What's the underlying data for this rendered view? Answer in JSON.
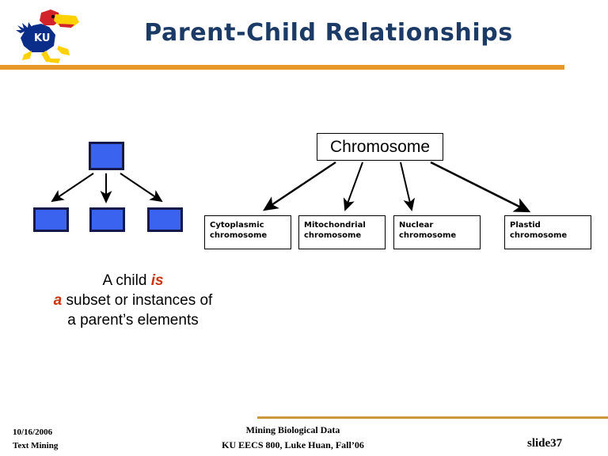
{
  "header": {
    "title": "Parent-Child Relationships",
    "logo_alt": "KU Jayhawk logo",
    "logo_text": "KU",
    "rule_color": "#e79827",
    "title_color": "#1b3a66"
  },
  "diagram": {
    "generic": {
      "parent_label": "",
      "children_labels": [
        "",
        "",
        ""
      ],
      "box_fill": "#3a63f0",
      "box_stroke": "#161a4a"
    },
    "example": {
      "parent": "Chromosome",
      "children": [
        "Cytoplasmic chromosome",
        "Mitochondrial chromosome",
        "Nuclear chromosome",
        "Plastid chromosome"
      ],
      "children_lines": [
        [
          "Cytoplasmic",
          "chromosome"
        ],
        [
          "Mitochondrial",
          "chromosome"
        ],
        [
          "Nuclear",
          "chromosome"
        ],
        [
          "Plastid",
          "chromosome"
        ]
      ]
    }
  },
  "caption": {
    "line1_pre": "A child ",
    "line1_accent": "is",
    "line2_accent": "a",
    "line2_post": " subset or instances of",
    "line3": "a parent’s elements",
    "accent_color": "#cc3311"
  },
  "footer": {
    "date": "10/16/2006",
    "course_topic": "Text Mining",
    "center_line1": "Mining Biological Data",
    "center_line2": "KU EECS 800, Luke Huan, Fall’06",
    "slide_number": "slide37",
    "rule_color": "#cc9a3d"
  }
}
